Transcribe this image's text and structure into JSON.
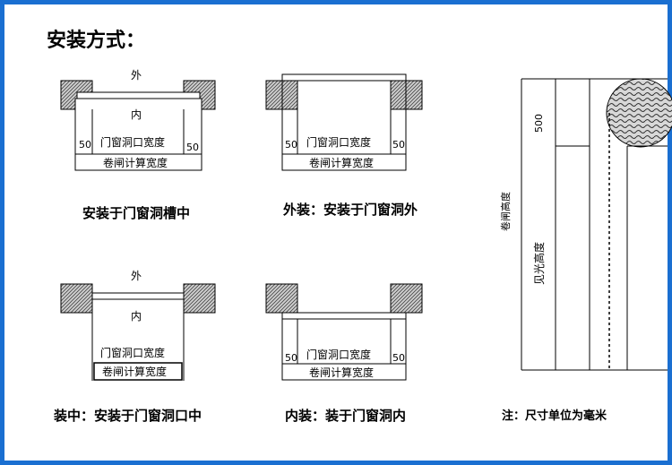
{
  "title": "安装方式：",
  "labels": {
    "outside": "外",
    "inside": "内",
    "opening_width": "门窗洞口宽度",
    "calc_width": "卷闸计算宽度",
    "fifty": "50",
    "five_hundred": "500",
    "shutter_height": "卷闸高度",
    "clear_height": "见光高度"
  },
  "captions": {
    "d1": "安装于门窗洞槽中",
    "d2": "外装：安装于门窗洞外",
    "d3": "装中：安装于门窗洞口中",
    "d4": "内装：装于门窗洞内"
  },
  "note": "注：尺寸单位为毫米",
  "colors": {
    "border": "#1a6fd1",
    "line": "#000000",
    "wall": "#bcbcbc"
  }
}
